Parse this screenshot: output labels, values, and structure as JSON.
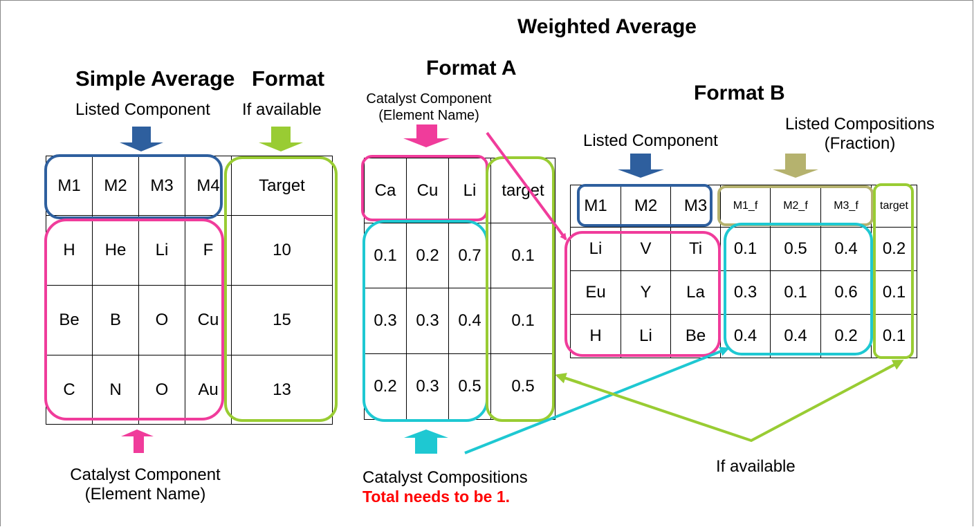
{
  "titles": {
    "weighted_average": "Weighted Average",
    "simple_average": "Simple Average",
    "format": "Format",
    "format_a": "Format A",
    "format_b": "Format B"
  },
  "simple": {
    "listed_component": "Listed Component",
    "if_available": "If available",
    "catalyst_component": "Catalyst Component",
    "element_name": "(Element Name)",
    "headers": [
      "M1",
      "M2",
      "M3",
      "M4"
    ],
    "target_header": "Target",
    "rows": [
      [
        "H",
        "He",
        "Li",
        "F"
      ],
      [
        "Be",
        "B",
        "O",
        "Cu"
      ],
      [
        "C",
        "N",
        "O",
        "Au"
      ]
    ],
    "targets": [
      "10",
      "15",
      "13"
    ]
  },
  "format_a": {
    "catalyst_component": "Catalyst Component",
    "element_name": "(Element Name)",
    "headers": [
      "Ca",
      "Cu",
      "Li"
    ],
    "target_header": "target",
    "rows": [
      [
        "0.1",
        "0.2",
        "0.7"
      ],
      [
        "0.3",
        "0.3",
        "0.4"
      ],
      [
        "0.2",
        "0.3",
        "0.5"
      ]
    ],
    "targets": [
      "0.1",
      "0.1",
      "0.5"
    ],
    "catalyst_compositions": "Catalyst Compositions",
    "total_note": "Total needs to be 1."
  },
  "format_b": {
    "listed_component": "Listed Component",
    "listed_compositions": "Listed Compositions",
    "fraction": "(Fraction)",
    "headers": [
      "M1",
      "M2",
      "M3"
    ],
    "frac_headers": [
      "M1_f",
      "M2_f",
      "M3_f"
    ],
    "target_header": "target",
    "elements": [
      [
        "Li",
        "V",
        "Ti"
      ],
      [
        "Eu",
        "Y",
        "La"
      ],
      [
        "H",
        "Li",
        "Be"
      ]
    ],
    "fractions": [
      [
        "0.1",
        "0.5",
        "0.4"
      ],
      [
        "0.3",
        "0.1",
        "0.6"
      ],
      [
        "0.4",
        "0.4",
        "0.2"
      ]
    ],
    "targets": [
      "0.2",
      "0.1",
      "0.1"
    ],
    "if_available": "If available"
  },
  "colors": {
    "blue": "#2e5f9e",
    "green": "#99cc33",
    "pink": "#f03c9b",
    "cyan": "#1ec8d2",
    "olive": "#b5b26e",
    "red": "#ff0000"
  }
}
